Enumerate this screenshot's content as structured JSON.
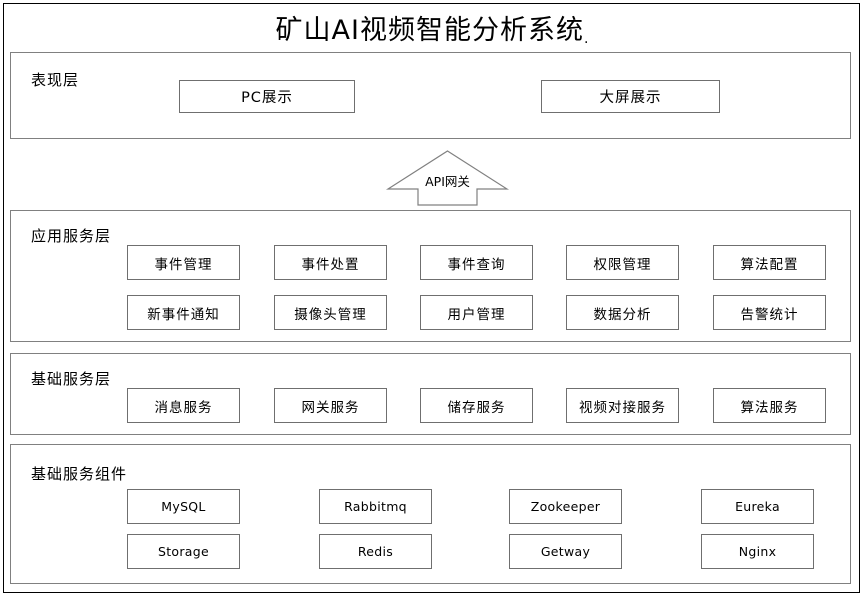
{
  "page": {
    "title": "矿山AI视频智能分析系统",
    "title_trailing_mark": "."
  },
  "gateway": {
    "label": "API网关",
    "icon": "up-arrow-shape"
  },
  "layers": [
    {
      "id": "presentation",
      "label": "表现层",
      "nodes": [
        {
          "label": "PC展示",
          "lang": "cn"
        },
        {
          "label": "大屏展示",
          "lang": "cn"
        }
      ]
    },
    {
      "id": "application-service",
      "label": "应用服务层",
      "nodes": [
        {
          "label": "事件管理",
          "lang": "cn"
        },
        {
          "label": "事件处置",
          "lang": "cn"
        },
        {
          "label": "事件查询",
          "lang": "cn"
        },
        {
          "label": "权限管理",
          "lang": "cn"
        },
        {
          "label": "算法配置",
          "lang": "cn"
        },
        {
          "label": "新事件通知",
          "lang": "cn"
        },
        {
          "label": "摄像头管理",
          "lang": "cn"
        },
        {
          "label": "用户管理",
          "lang": "cn"
        },
        {
          "label": "数据分析",
          "lang": "cn"
        },
        {
          "label": "告警统计",
          "lang": "cn"
        }
      ]
    },
    {
      "id": "basic-service",
      "label": "基础服务层",
      "nodes": [
        {
          "label": "消息服务",
          "lang": "cn"
        },
        {
          "label": "网关服务",
          "lang": "cn"
        },
        {
          "label": "储存服务",
          "lang": "cn"
        },
        {
          "label": "视频对接服务",
          "lang": "cn"
        },
        {
          "label": "算法服务",
          "lang": "cn"
        }
      ]
    },
    {
      "id": "basic-components",
      "label": "基础服务组件",
      "nodes": [
        {
          "label": "MySQL",
          "lang": "en"
        },
        {
          "label": "Rabbitmq",
          "lang": "en"
        },
        {
          "label": "Zookeeper",
          "lang": "en"
        },
        {
          "label": "Eureka",
          "lang": "en"
        },
        {
          "label": "Storage",
          "lang": "en"
        },
        {
          "label": "Redis",
          "lang": "en"
        },
        {
          "label": "Getway",
          "lang": "en"
        },
        {
          "label": "Nginx",
          "lang": "en"
        }
      ]
    }
  ],
  "colors": {
    "background": "#ffffff",
    "outer_border": "#000000",
    "layer_border": "#808080",
    "node_border": "#6f6f6f",
    "text": "#000000"
  }
}
